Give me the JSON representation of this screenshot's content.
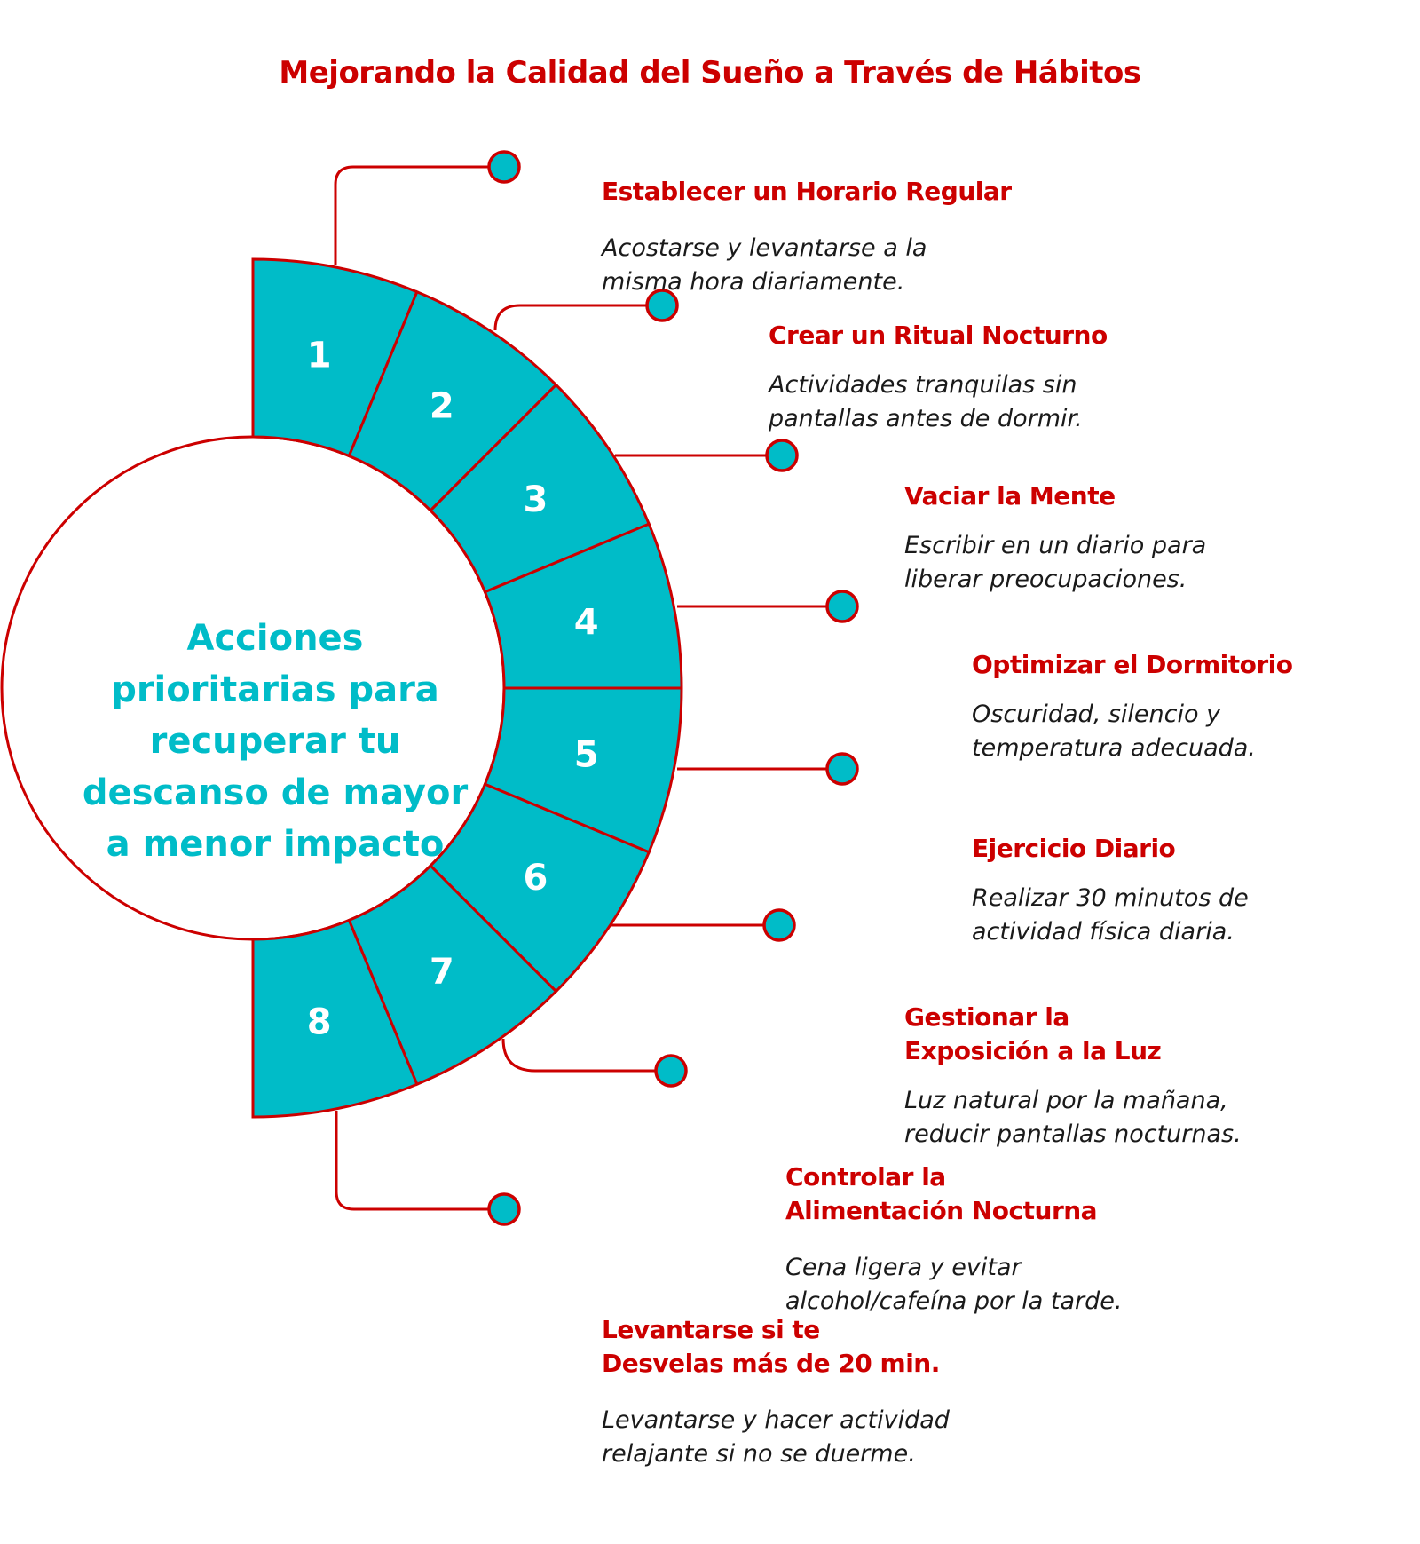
{
  "title": "Mejorando la Calidad del Sueño a Través de Hábitos",
  "center_text": [
    "Acciones",
    "prioritarias para",
    "recuperar tu",
    "descanso de mayor",
    "a menor impacto"
  ],
  "colors": {
    "accent_red": "#cc0000",
    "segment_fill": "#00bcc8",
    "center_text": "#00bcc8",
    "description_text": "#1a1a1a",
    "background": "#ffffff"
  },
  "segments": [
    "1",
    "2",
    "3",
    "4",
    "5",
    "6",
    "7",
    "8"
  ],
  "items": [
    {
      "number": "1",
      "title": [
        "Establecer un Horario Regular"
      ],
      "description": [
        "Acostarse y levantarse a la",
        "misma hora diariamente."
      ]
    },
    {
      "number": "2",
      "title": [
        "Crear un Ritual Nocturno"
      ],
      "description": [
        "Actividades tranquilas sin",
        "pantallas antes de dormir."
      ]
    },
    {
      "number": "3",
      "title": [
        "Vaciar la Mente"
      ],
      "description": [
        "Escribir en un diario para",
        "liberar preocupaciones."
      ]
    },
    {
      "number": "4",
      "title": [
        "Optimizar el Dormitorio"
      ],
      "description": [
        "Oscuridad, silencio y",
        "temperatura adecuada."
      ]
    },
    {
      "number": "5",
      "title": [
        "Ejercicio Diario"
      ],
      "description": [
        "Realizar 30 minutos de",
        "actividad física diaria."
      ]
    },
    {
      "number": "6",
      "title": [
        "Gestionar la",
        "Exposición a la Luz"
      ],
      "description": [
        "Luz natural por la mañana,",
        "reducir pantallas nocturnas."
      ]
    },
    {
      "number": "7",
      "title": [
        "Controlar la",
        "Alimentación Nocturna"
      ],
      "description": [
        "Cena ligera y evitar",
        "alcohol/cafeína por la tarde."
      ]
    },
    {
      "number": "8",
      "title": [
        "Levantarse si te",
        "Desvelas más de 20 min."
      ],
      "description": [
        "Levantarse y hacer actividad",
        "relajante si no se duerme."
      ]
    }
  ]
}
